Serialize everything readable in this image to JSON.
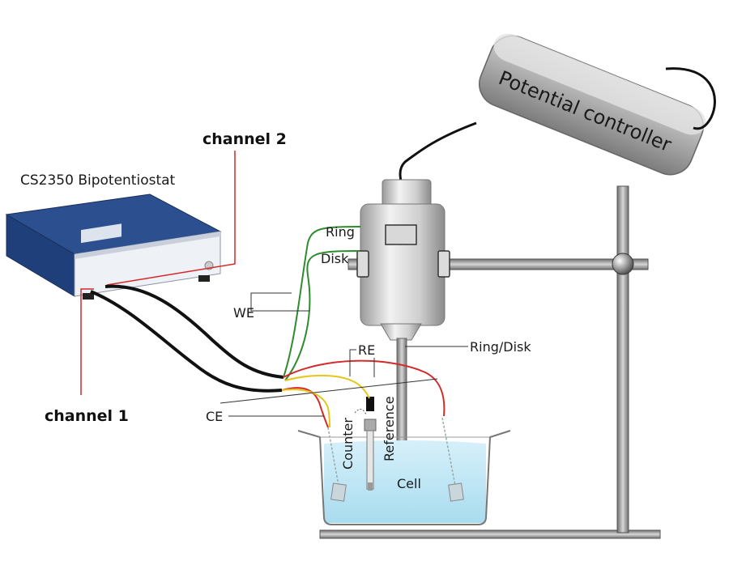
{
  "labels": {
    "device_title": "CS2350 Bipotentiostat",
    "channel_2": "channel 2",
    "channel_1": "channel 1",
    "controller": "Potential controller",
    "ring": "Ring",
    "disk": "Disk",
    "we": "WE",
    "re": "RE",
    "ce": "CE",
    "ring_disk": "Ring/Disk",
    "counter": "Counter",
    "reference": "Reference",
    "cell": "Cell"
  },
  "colors": {
    "device_blue": "#1f3f7a",
    "wire_red": "#d42a2a",
    "wire_green": "#2e8b2e",
    "wire_yellow": "#e6c619",
    "cable_black": "#111111",
    "liquid": "#bfe6f5"
  }
}
